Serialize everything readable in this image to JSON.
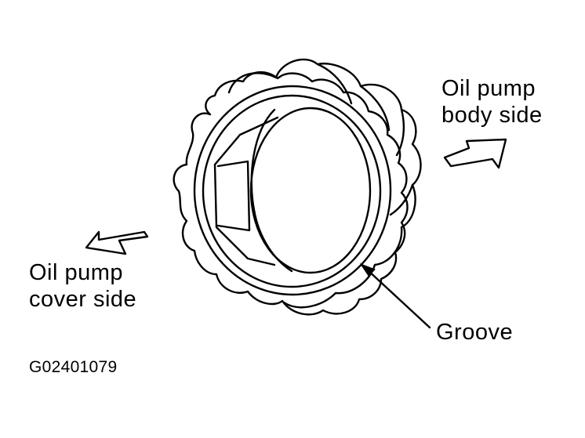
{
  "labels": {
    "body_side": {
      "line1": "Oil pump",
      "line2": "body side"
    },
    "cover_side": {
      "line1": "Oil pump",
      "line2": "cover side"
    },
    "groove": "Groove"
  },
  "figure_id": "G02401079",
  "icons": {
    "gear": "lobed-gear-with-hexagonal-bore",
    "body_arrow": "hollow-arrow-pointing-upper-right",
    "cover_arrow": "hollow-arrow-pointing-upper-left"
  },
  "colors": {
    "ink": "#000000",
    "paper": "#ffffff"
  }
}
